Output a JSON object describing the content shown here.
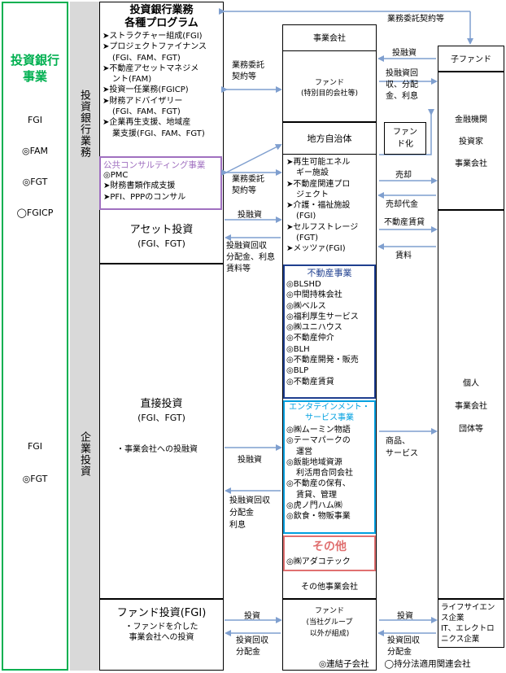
{
  "left_panel": {
    "title": [
      "投資銀行",
      "事業"
    ],
    "upper_members": [
      "FGI",
      "◎FAM",
      "◎FGT",
      "◯FGICP"
    ],
    "lower_members": [
      "FGI",
      "◎FGT"
    ]
  },
  "section_labels": {
    "investment_banking": "投資銀行業務",
    "corporate_investment": "企業投資"
  },
  "ib_programs": {
    "title": [
      "投資銀行業務",
      "各種プログラム"
    ],
    "items": [
      "ストラクチャー組成(FGI)",
      "プロジェクトファイナンス",
      "(FGI、FAM、FGT)",
      "不動産アセットマネジメ",
      "ント(FAM)",
      "投資一任業務(FGICP)",
      "財務アドバイザリー",
      "(FGI、FAM、FGT)",
      "企業再生支援、地域産",
      "業支援(FGI、FAM、FGT)"
    ]
  },
  "public_consulting": {
    "title": "公共コンサルティング事業",
    "items": [
      "◎PMC",
      "財務書類作成支援",
      "PFI、PPPのコンサル"
    ]
  },
  "asset_investment": {
    "title": "アセット投資",
    "sub": "(FGI、FGT)"
  },
  "direct_investment": {
    "title": "直接投資",
    "sub": "(FGI、FGT)",
    "note": "・事業会社への投融資"
  },
  "fund_investment": {
    "title": "ファンド投資(FGI)",
    "note": [
      "・ファンドを介した",
      "事業会社への投資"
    ]
  },
  "mid_labels": {
    "consign1": [
      "業務委託",
      "契約等"
    ],
    "consign2": [
      "業務委託",
      "契約等"
    ],
    "invest_loan": "投融資",
    "recovery1": [
      "投融資回収",
      "分配金、利息",
      "賃料等"
    ],
    "invest_loan2": "投融資",
    "recovery2": [
      "投融資回収",
      "分配金",
      "利息"
    ],
    "invest3": "投資",
    "recovery3": [
      "投資回収",
      "分配金"
    ]
  },
  "center": {
    "business_company": "事業会社",
    "fund": "ファンド",
    "fund_sub": "(特別目的会社等)",
    "local_gov": "地方自治体",
    "asset_items": [
      "再生可能エネル",
      "ギー施設",
      "不動産関連プロ",
      "ジェクト",
      "介護・福祉施設",
      "(FGI)",
      "セルフストレージ",
      "(FGT)",
      "メッツァ(FGI)"
    ],
    "real_estate_title": "不動産事業",
    "real_estate_items": [
      "◎BLSHD",
      "◎中間持株会社",
      "◎㈱ベルス",
      "◎福利厚生サービス",
      "◎㈱ユニハウス",
      "◎不動産仲介",
      "◎BLH",
      "◎不動産開発・販売",
      "◎BLP",
      "◎不動産賃貸"
    ],
    "ent_title": [
      "エンタテインメント・",
      "サービス事業"
    ],
    "ent_items": [
      "◎㈱ムーミン物語",
      "◎テーマパークの",
      "運営",
      "◎飯能地域資源",
      "利活用合同会社",
      "◎不動産の保有、",
      "賃貸、管理",
      "◎虎ノ門ハム㈱",
      "◎飲食・物販事業"
    ],
    "other_title": "その他",
    "other_items": [
      "◎㈱アダコテック"
    ],
    "other_companies": "その他事業会社",
    "bottom_fund": [
      "ファンド",
      "(当社グループ",
      "以外が組成)"
    ]
  },
  "right_labels": {
    "consign_top": "業務委託契約等",
    "invest_loan": "投融資",
    "recovery": [
      "投融資回",
      "収、分配",
      "金、利息"
    ],
    "fund_ize": [
      "ファン",
      "ド化"
    ],
    "sale": "売却",
    "sale_proceeds": "売却代金",
    "re_lease": "不動産賃貸",
    "rent": "賃料",
    "goods": [
      "商品、",
      "サービス"
    ],
    "invest": "投資",
    "recovery_bottom": [
      "投資回収",
      "分配金"
    ]
  },
  "right_col": {
    "subsidiary_fund": "子ファンド",
    "investors": [
      "金融機関",
      "投資家",
      "事業会社"
    ],
    "individuals": [
      "個人",
      "事業会社",
      "団体等"
    ],
    "life_science": [
      "ライフサイエン",
      "ス企業",
      "IT、エレクトロ",
      "ニクス企業"
    ]
  },
  "legend": {
    "consolidated": "◎連結子会社",
    "equity_method": "◯持分法適用関連会社"
  },
  "colors": {
    "green": "#00b050",
    "gray": "#d9d9d9",
    "purple": "#a070c0",
    "navy": "#1f3f8f",
    "cyan": "#00a0e0",
    "red": "#e07070",
    "arrow_blue": "#7f9fcf"
  }
}
